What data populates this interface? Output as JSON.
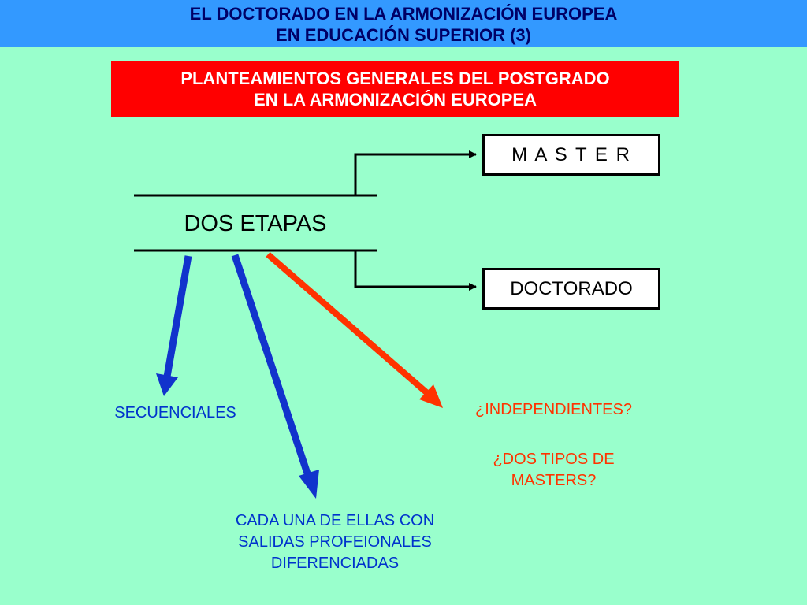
{
  "header": {
    "title": "EL DOCTORADO EN LA ARMONIZACIÓN EUROPEA\nEN EDUCACIÓN SUPERIOR (3)",
    "bg_color": "#3399FF",
    "text_color": "#000066"
  },
  "subtitle": {
    "text": "PLANTEAMIENTOS GENERALES DEL POSTGRADO\nEN LA ARMONIZACIÓN EUROPEA",
    "bg_color": "#FF0000"
  },
  "diagram": {
    "center": "DOS ETAPAS",
    "branch_top": "M A S T E R",
    "branch_bottom": "DOCTORADO",
    "labels": {
      "secuenciales": "SECUENCIALES",
      "cada_una": "CADA UNA DE ELLAS CON\nSALIDAS PROFEIONALES\nDIFERENCIADAS",
      "independientes": "¿INDEPENDIENTES?",
      "dos_tipos": "¿DOS TIPOS DE\nMASTERS?"
    },
    "arrow_colors": {
      "blue": "#1133CC",
      "red": "#FF3300"
    }
  },
  "background_color": "#99FFCC"
}
